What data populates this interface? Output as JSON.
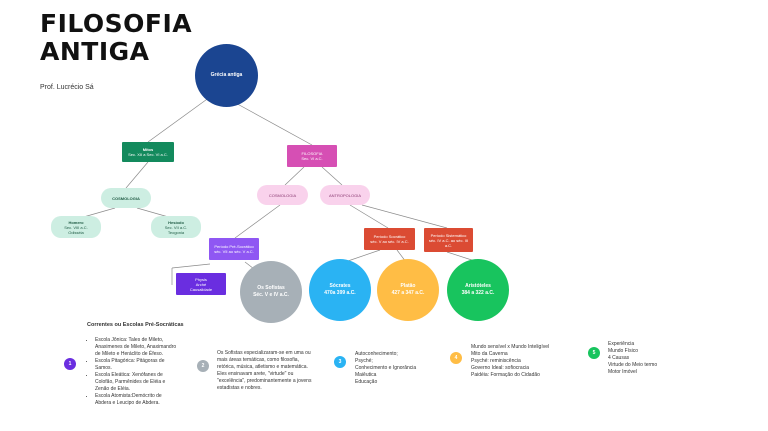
{
  "header": {
    "title": "FILOSOFIA ANTIGA",
    "author": "Prof. Lucrécio Sá"
  },
  "nodes": {
    "root": "Grécia antiga",
    "mitos": [
      "Mitos",
      "Sec. XII a Sec. VI a.C."
    ],
    "filosofia": [
      "FILOSOFIA",
      "Sec. VI a.C."
    ],
    "cosmologia": "COSMOLOGIA",
    "cosmologia_mid": "COSMOLOGIA",
    "antropologia": "ANTROPOLOGIA",
    "homero": [
      "Homero",
      "Sec. VIII a.C.",
      "Odisséia"
    ],
    "hesiodo": [
      "Hesíodo",
      "Sec. VII a.C.",
      "Teogonia"
    ],
    "pre_socraticos": [
      "Período Pré-Socrático",
      "séc. VII ao séc. V a.C."
    ],
    "physis": [
      "Physis",
      "Arché",
      "Causalidade"
    ],
    "socratico": [
      "Período Socrático",
      "séc. V ao séc. IV a.C."
    ],
    "sistematico": [
      "Período Sistemático",
      "séc. IV a.C. ao séc. III",
      "a.C."
    ],
    "sofistas": [
      "Os Sofistas",
      "Séc. V e IV a.C."
    ],
    "socrates": [
      "Sócrates",
      "470a 399 a.C."
    ],
    "platao": [
      "Platão",
      "427 a 347 a.C."
    ],
    "aristoteles": [
      "Aristóteles",
      "384 a 322 a.C."
    ]
  },
  "legend": {
    "heading": "Correntes ou Escolas Pré-Socráticas",
    "badges": [
      "1",
      "2",
      "3",
      "4",
      "5"
    ],
    "schools": [
      "Escola Jônica: Tales de Mileto, Anaximenes de Mileto, Anaximandro de Mileto e Heráclito de Éfeso.",
      "Escola Pitagórica: Pitágoras de Samos.",
      "Escola Eleática: Xenófanes de Colofão, Parmênides de Eléia e Zenão de Eléia.",
      "Escola Atomista:Demócrito de Abdera e Leucipo de Abdera."
    ],
    "sofistas_text": "Os Sofistas especializaram-se em uma ou mais áreas temáticas, como filosofia, retórica, música, atletismo e matemática. Eles ensinavam arete, \"virtude\" ou \"excelência\", predominantemente a jovens estadistas e nobres.",
    "socrates_lines": [
      "Autoconhecimento;",
      "Psyché;",
      "Conhecimento e Ignorância",
      "Maiêutica",
      "Educação"
    ],
    "platao_lines": [
      "Mundo sensível x Mundo Inteligível",
      "Mito da Caverna",
      "Psyché: reminiscência",
      "Governo Ideal: sofiocracia",
      "Paidéia: Formação do Cidadão"
    ],
    "aristoteles_lines": [
      "Experiência",
      "Mundo Físico",
      "4 Causas",
      "Virtude do Meio termo",
      "Motor Imóvel"
    ]
  },
  "colors": {
    "root": "#1b4591",
    "mitos": "#138a5d",
    "filosofia": "#d64fb4",
    "pill_green": "#cdeee2",
    "pill_pink": "#f9d2ec",
    "purple": "#8f57f3",
    "purple_dark": "#6a2ee0",
    "red": "#db4b33",
    "gray": "#a7b0b7",
    "blue": "#2ab3f3",
    "yellow": "#ffbd45",
    "green": "#18c45e"
  }
}
